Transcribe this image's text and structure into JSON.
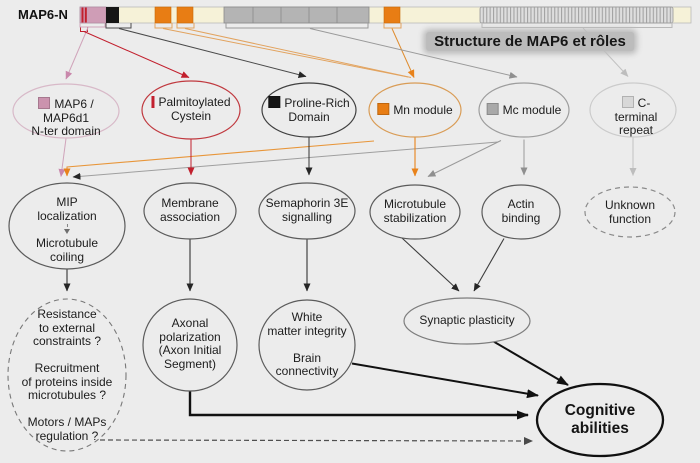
{
  "title": "Structure de MAP6 et rôles",
  "protein_bar": {
    "label": "MAP6-N"
  },
  "colors": {
    "pink": "#cb93ae",
    "red": "#c2202e",
    "black": "#151515",
    "orange": "#e87d14",
    "gray": "#a9a9a9",
    "light_gray": "#d8d8d8",
    "background": "#ececec",
    "bar_cream": "#f6f2d8"
  },
  "domains": [
    {
      "label": "MAP6 / MAP6d1\nN-ter domain",
      "icon": "pink-square-icon"
    },
    {
      "label": "Palmitoylated\nCystein",
      "icon": "red-bar-icon"
    },
    {
      "label": "Proline-Rich\nDomain",
      "icon": "black-square-icon"
    },
    {
      "label": "Mn module",
      "icon": "orange-square-icon"
    },
    {
      "label": "Mc module",
      "icon": "gray-square-icon"
    },
    {
      "label": "C-terminal\nrepeat",
      "icon": "lightgray-square-icon"
    }
  ],
  "functions": [
    {
      "label_top": "MIP\nlocalization",
      "label_bottom": "Microtubule\ncoiling"
    },
    {
      "label": "Membrane\nassociation"
    },
    {
      "label": "Semaphorin 3E\nsignalling"
    },
    {
      "label": "Microtubule\nstabilization"
    },
    {
      "label": "Actin\nbinding"
    },
    {
      "label": "Unknown\nfunction"
    }
  ],
  "outcomes": [
    {
      "label": "Resistance\nto external\nconstraints ?\n\nRecruitment\nof proteins inside\nmicrotubules ?\n\nMotors / MAPs\nregulation ?"
    },
    {
      "label": "Axonal\npolarization\n(Axon Initial\nSegment)"
    },
    {
      "label": "White\nmatter integrity\n\nBrain\nconnectivity"
    },
    {
      "label": "Synaptic plasticity"
    }
  ],
  "final_outcome": {
    "label": "Cognitive\nabilities"
  }
}
